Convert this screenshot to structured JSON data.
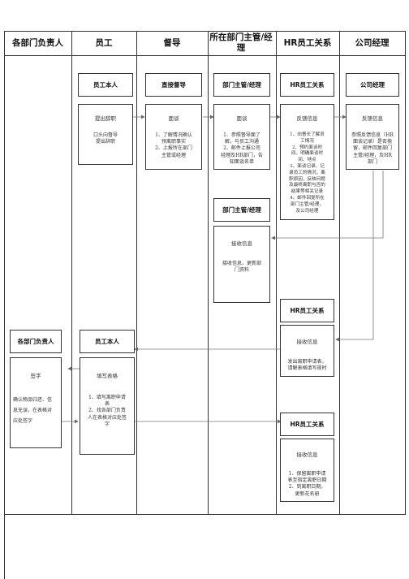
{
  "lanes": [
    {
      "label": "各部门负责人"
    },
    {
      "label": "员工"
    },
    {
      "label": "督导"
    },
    {
      "label": "所在部门主管/经理"
    },
    {
      "label": "HR员工关系"
    },
    {
      "label": "公司经理"
    }
  ],
  "cards": [
    {
      "role": "员工本人",
      "action": "提出辞职",
      "note": "口头向督导\n提出辞职"
    },
    {
      "role": "直接督导",
      "action": "面谈",
      "note": "1、了解情况确认\n预离职事实\n2、上报所在部门\n主管或经理"
    },
    {
      "role": "部门主管/经理",
      "action": "面谈",
      "note": "1、参照督导面了\n解，与员工沟通\n2、邮件上报公司\n经理及HR部门，告\n知面谈名单"
    },
    {
      "role": "HR员工关系",
      "action": "反馈信息",
      "note": "1、向督长了解员\n工情况\n2、预约面谈时\n间，明确面谈时\n间、地点\n3、面谈记录，记\n录员工的情况，离\n职原因，反映问题\n及最终离职与否的\n结果等相关记录\n4、邮件回复所在\n部门主管/经理，\n及公司经理"
    },
    {
      "role": "公司经理",
      "action": "反馈信息",
      "note": "参照反馈信息（HR\n面谈记录）是否挽\n留，邮件回复部门\n主管/经理，及HR\n部门"
    },
    {
      "role": "部门主管/经理",
      "action": "接收信息",
      "note": "接收信息，更新部\n门资料"
    },
    {
      "role": "HR员工关系",
      "action": "接收信息",
      "note": "发出离职申请表，\n请解表格填写规时"
    },
    {
      "role": "各部门负责人",
      "action": "签字",
      "note": "确认物品归还、信\n息无误，在表格对\n应处签字"
    },
    {
      "role": "员工本人",
      "action": "填写表格",
      "note": "1、填写离职申请\n表\n2、找各部门负责\n人在表格对应处签\n字"
    },
    {
      "role": "HR员工关系",
      "action": "接收信息",
      "note": "1、保留离职申请\n表至指定离职日期\n2、到离职日期，\n更新花名册"
    }
  ]
}
